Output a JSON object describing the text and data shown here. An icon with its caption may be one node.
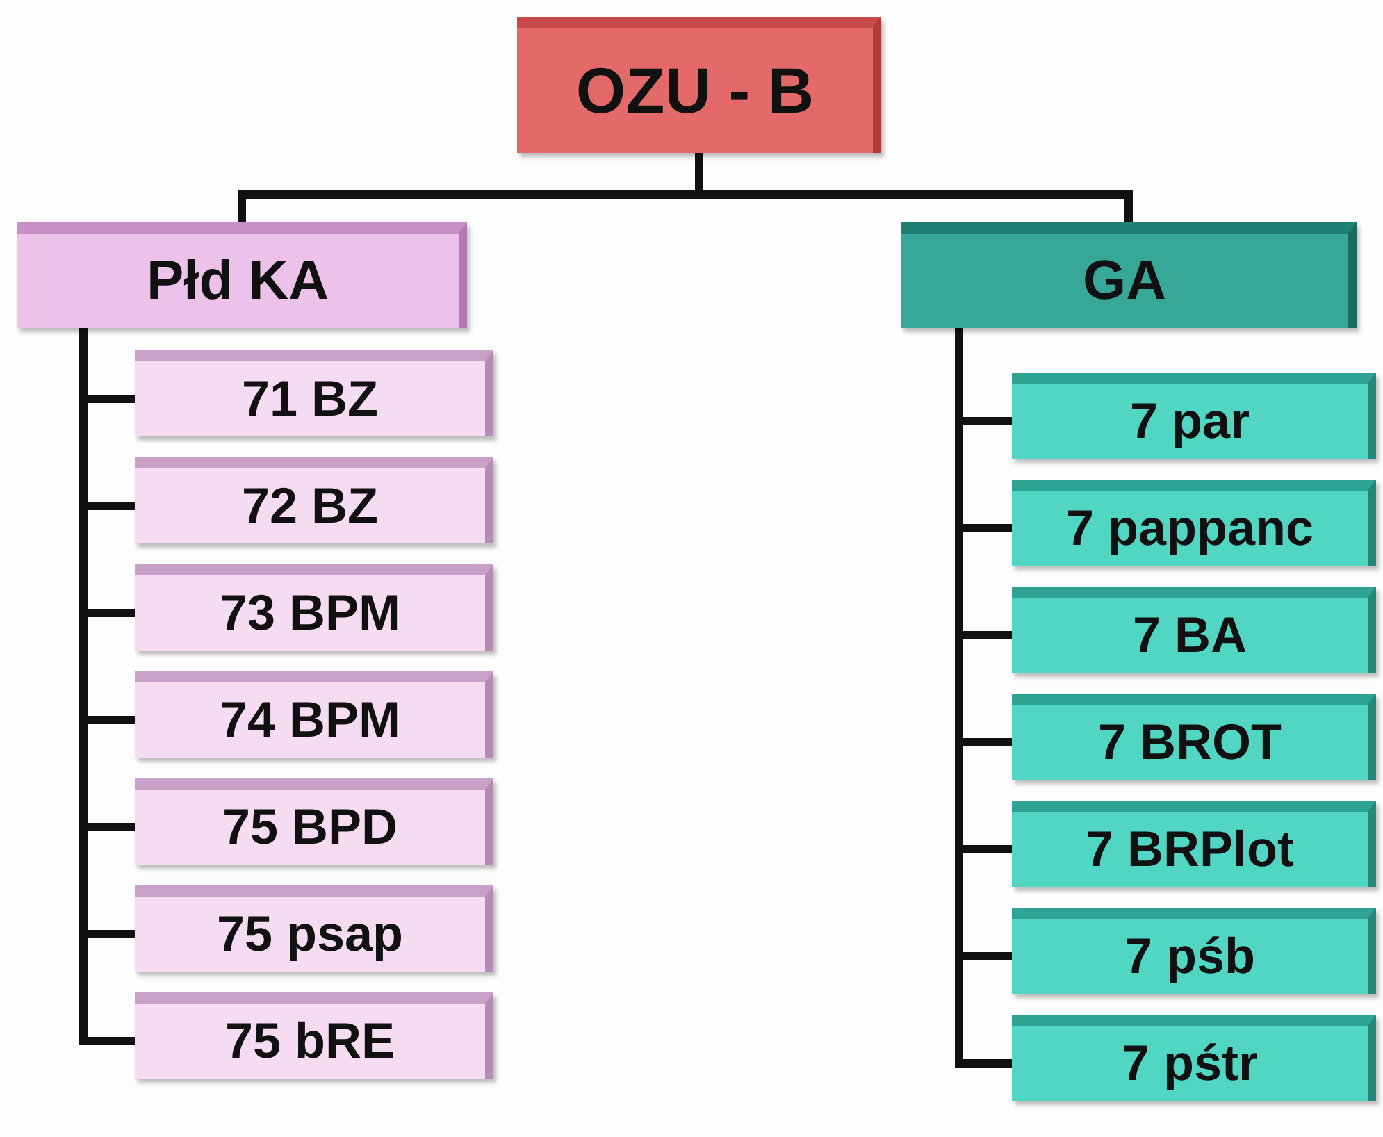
{
  "diagram": {
    "nodes": [
      {
        "text": [
          "OZU - B"
        ]
      },
      {
        "text": [
          "Płd KA"
        ]
      },
      {
        "text": [
          "GA"
        ]
      },
      {
        "text": [
          "71 BZ"
        ]
      },
      {
        "text": [
          "72 BZ"
        ]
      },
      {
        "text": [
          "73 BPM"
        ]
      },
      {
        "text": [
          "74 BPM"
        ]
      },
      {
        "text": [
          "75 BPD"
        ]
      },
      {
        "text": [
          "75 psap"
        ]
      },
      {
        "text": [
          "75 bRE"
        ]
      },
      {
        "text": [
          "7 par"
        ]
      },
      {
        "text": [
          "7 pappanc"
        ]
      },
      {
        "text": [
          "7 BA"
        ]
      },
      {
        "text": [
          "7 BROT"
        ]
      },
      {
        "text": [
          "7 BRPlot"
        ]
      },
      {
        "text": [
          "7 pśb"
        ]
      },
      {
        "text": [
          "7 pśtr"
        ]
      }
    ],
    "edges": [
      {
        "from": 0,
        "to": 1,
        "arrow": "none"
      },
      {
        "from": 0,
        "to": 2,
        "arrow": "none"
      },
      {
        "from": 1,
        "to": 3,
        "arrow": "none"
      },
      {
        "from": 1,
        "to": 4,
        "arrow": "none"
      },
      {
        "from": 1,
        "to": 5,
        "arrow": "none"
      },
      {
        "from": 1,
        "to": 6,
        "arrow": "none"
      },
      {
        "from": 1,
        "to": 7,
        "arrow": "none"
      },
      {
        "from": 1,
        "to": 8,
        "arrow": "none"
      },
      {
        "from": 1,
        "to": 9,
        "arrow": "none"
      },
      {
        "from": 2,
        "to": 10,
        "arrow": "none"
      },
      {
        "from": 2,
        "to": 11,
        "arrow": "none"
      },
      {
        "from": 2,
        "to": 12,
        "arrow": "none"
      },
      {
        "from": 2,
        "to": 13,
        "arrow": "none"
      },
      {
        "from": 2,
        "to": 14,
        "arrow": "none"
      },
      {
        "from": 2,
        "to": 15,
        "arrow": "none"
      },
      {
        "from": 2,
        "to": 16,
        "arrow": "none"
      }
    ]
  }
}
